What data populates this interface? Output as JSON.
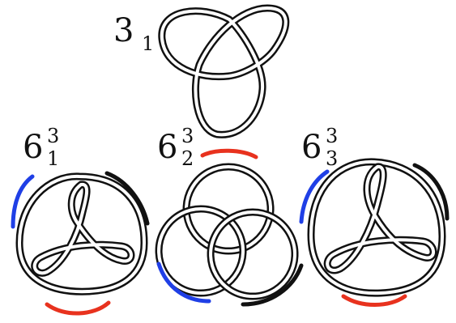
{
  "knots": [
    {
      "id": "trefoil",
      "base": "3",
      "sub": "1",
      "sup": ""
    },
    {
      "id": "link-6-3-1",
      "base": "6",
      "sub": "1",
      "sup": "3"
    },
    {
      "id": "link-6-3-2",
      "base": "6",
      "sub": "2",
      "sup": "3"
    },
    {
      "id": "link-6-3-3",
      "base": "6",
      "sub": "3",
      "sup": "3"
    }
  ],
  "colors": {
    "red": "#e8321e",
    "blue": "#1f3fe6",
    "black": "#111111",
    "tube": "#111111"
  }
}
